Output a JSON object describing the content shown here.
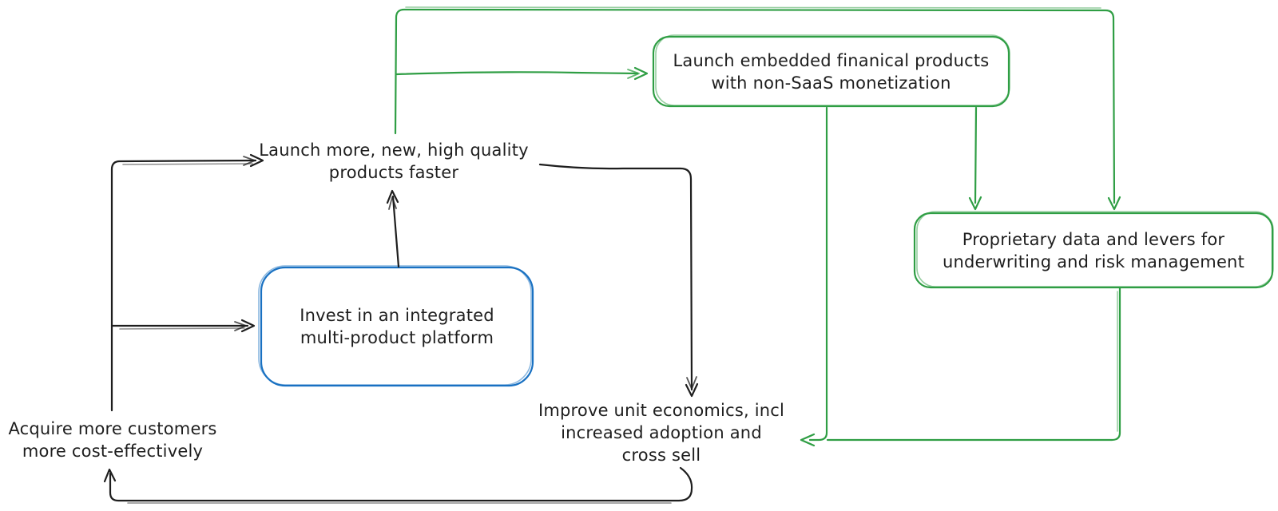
{
  "diagram": {
    "kind": "hand-drawn-flywheel-diagram",
    "background": "#ffffff"
  },
  "palette": {
    "ink": "#1e1e1e",
    "green_stroke": "#2f9e44",
    "green_fill": "#b2f2bb",
    "blue_stroke": "#1971c2",
    "blue_fill": "#a5d8ff"
  },
  "nodes": {
    "launch_embedded": {
      "text": "Launch embedded finanical products\nwith non-SaaS monetization"
    },
    "proprietary_data": {
      "text": "Proprietary data and levers for\nunderwriting and risk management"
    },
    "invest_platform": {
      "text": "Invest in an integrated\nmulti-product platform"
    },
    "launch_more": {
      "text": "Launch more, new, high quality\nproducts faster"
    },
    "improve_unit_economics": {
      "text": "Improve unit economics, incl\nincreased adoption and\ncross sell"
    },
    "acquire_customers": {
      "text": "Acquire more customers\nmore cost-effectively"
    }
  }
}
